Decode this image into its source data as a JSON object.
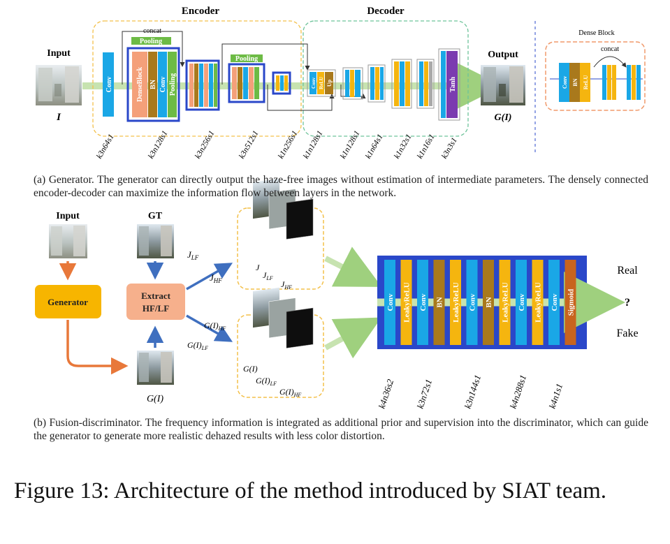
{
  "generator": {
    "encoder_title": "Encoder",
    "decoder_title": "Decoder",
    "input_label": "Input",
    "input_symbol": "I",
    "output_label": "Output",
    "output_symbol": "G(I)",
    "concat_label": "concat",
    "pooling_label": "Pooling",
    "blocks": {
      "conv": "Conv",
      "dense_block": "DenseBlock",
      "bn": "BN",
      "pooling": "Pooling",
      "up": "Up",
      "relu": "ReLU",
      "tanh": "Tanh"
    },
    "layer_tags": [
      "k3n64s1",
      "k3n128s1",
      "k3n256s1",
      "k3n512s1",
      "k1n256s1",
      "k1n128s1",
      "k1n128s1",
      "k1n64s1",
      "k1n32s1",
      "k1n16s1",
      "k3n3s1"
    ],
    "dense_block_panel": {
      "title": "Dense Block",
      "concat_label": "concat",
      "conv": "Conv",
      "bn": "BN",
      "relu": "ReLU"
    }
  },
  "caption_a": "(a) Generator. The generator can directly output the haze-free images without estimation of intermediate parameters. The densely connected encoder-decoder can maximize the information flow between layers in the network.",
  "discriminator": {
    "input_label": "Input",
    "gt_label": "GT",
    "generator_label": "Generator",
    "extract_label_1": "Extract",
    "extract_label_2": "HF/LF",
    "gi_label": "G(I)",
    "j_lf": "J",
    "j_lf_sub": "LF",
    "j_hf": "J",
    "j_hf_sub": "HF",
    "j": "J",
    "gi_hf": "G(I)",
    "gi_hf_sub": "HF",
    "gi_lf": "G(I)",
    "gi_lf_sub": "LF",
    "layers": [
      "Conv",
      "LeakyReLU",
      "Conv",
      "BN",
      "LeakyReLU",
      "Conv",
      "BN",
      "LeakyReLU",
      "Conv",
      "LeakyReLU",
      "Conv",
      "Sigmoid"
    ],
    "real_label": "Real",
    "question_label": "?",
    "fake_label": "Fake",
    "layer_tags": [
      "k4n36s2",
      "k3n72s1",
      "k3n144s1",
      "k4n288s1",
      "k4n1s1"
    ]
  },
  "caption_b": "(b) Fusion-discriminator. The frequency information is integrated as additional prior and supervision into the discriminator, which can guide the generator to generate more realistic dehazed results with less color distortion.",
  "figure_caption": "Figure 13: Architecture of the method introduced by SIAT team.",
  "colors": {
    "conv_blue": "#1aa7e6",
    "bn_brown": "#a9791c",
    "relu_yellow": "#f5b50f",
    "pooling_green": "#6dbb45",
    "dense_salmon": "#f4a07a",
    "tanh_purple": "#7b3bb0",
    "sigmoid_orange": "#c8641e",
    "disc_frame": "#2a47c9",
    "generator_fill": "#f7b500",
    "extract_fill": "#f6b08c",
    "arrow_orange": "#e8783a",
    "arrow_blue": "#3f6fbf",
    "flow_green": "#c7e3b0"
  }
}
